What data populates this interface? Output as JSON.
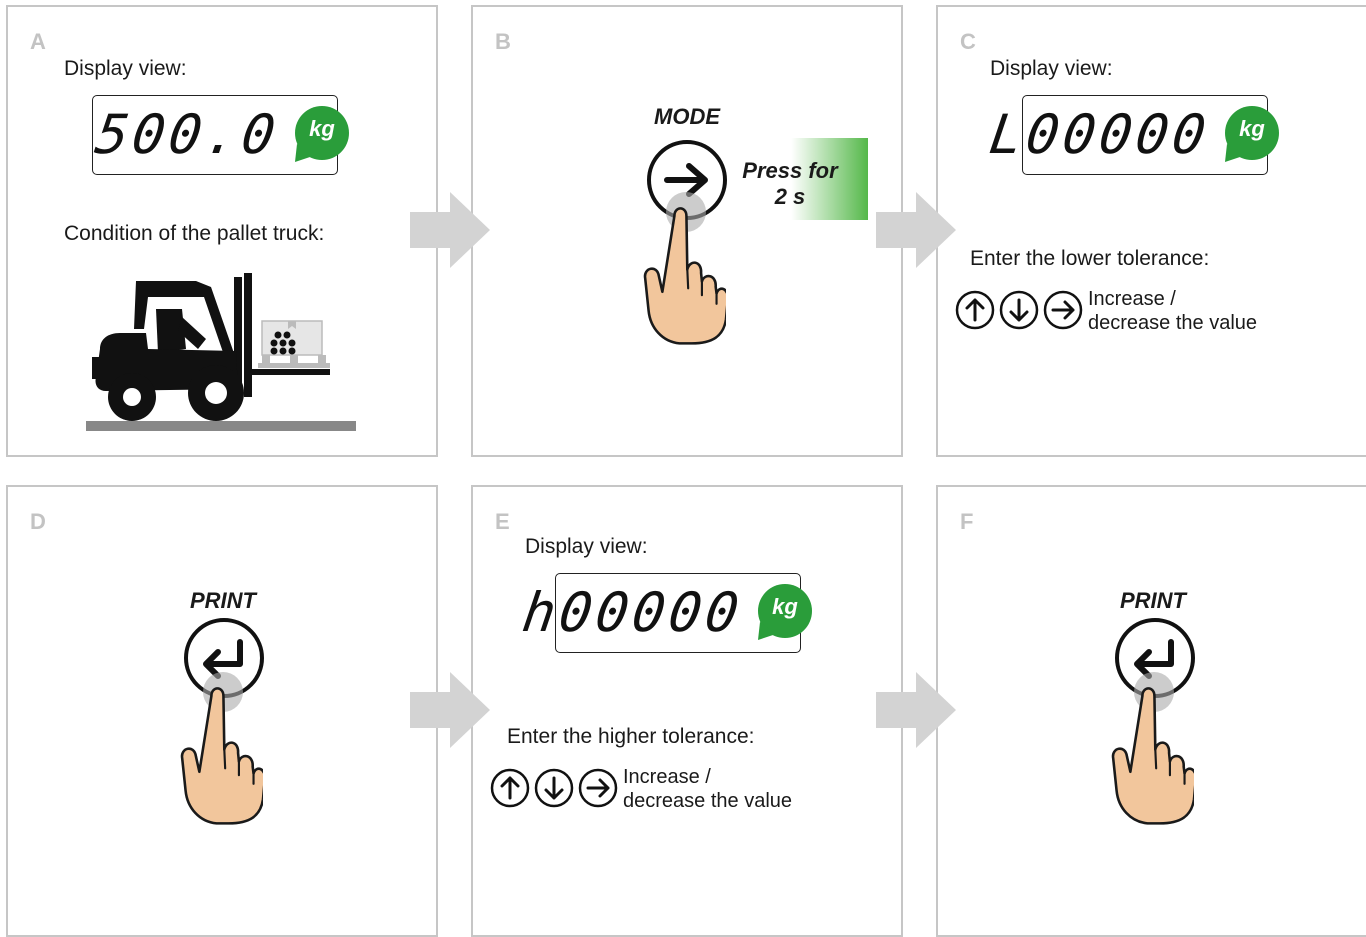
{
  "panels": {
    "a": {
      "label": "A",
      "display_caption": "Display view:",
      "display_value": "500.0",
      "unit": "kg",
      "condition_caption": "Condition of the pallet truck:"
    },
    "b": {
      "label": "B",
      "key_label": "MODE",
      "press_line1": "Press for",
      "press_line2": "2 s"
    },
    "c": {
      "label": "C",
      "display_caption": "Display view:",
      "display_value": "L00000",
      "unit": "kg",
      "instruction": "Enter the lower tolerance:",
      "hint_line1": "Increase /",
      "hint_line2": "decrease the value"
    },
    "d": {
      "label": "D",
      "key_label": "PRINT"
    },
    "e": {
      "label": "E",
      "display_caption": "Display view:",
      "display_value": "h00000",
      "unit": "kg",
      "instruction": "Enter the higher tolerance:",
      "hint_line1": "Increase /",
      "hint_line2": "decrease the value"
    },
    "f": {
      "label": "F",
      "key_label": "PRINT"
    }
  },
  "icons": [
    "right-arrow-key-icon",
    "enter-key-icon",
    "up-arrow-key-icon",
    "down-arrow-key-icon",
    "pointing-finger-icon",
    "forklift-icon",
    "kg-speech-bubble-icon",
    "flow-arrow-icon"
  ],
  "colors": {
    "accent_green": "#2a9d3a",
    "panel_border": "#c6c6c6",
    "flow_arrow": "#d3d3d3",
    "skin": "#f2c69c",
    "label_grey": "#c3c3c3"
  }
}
